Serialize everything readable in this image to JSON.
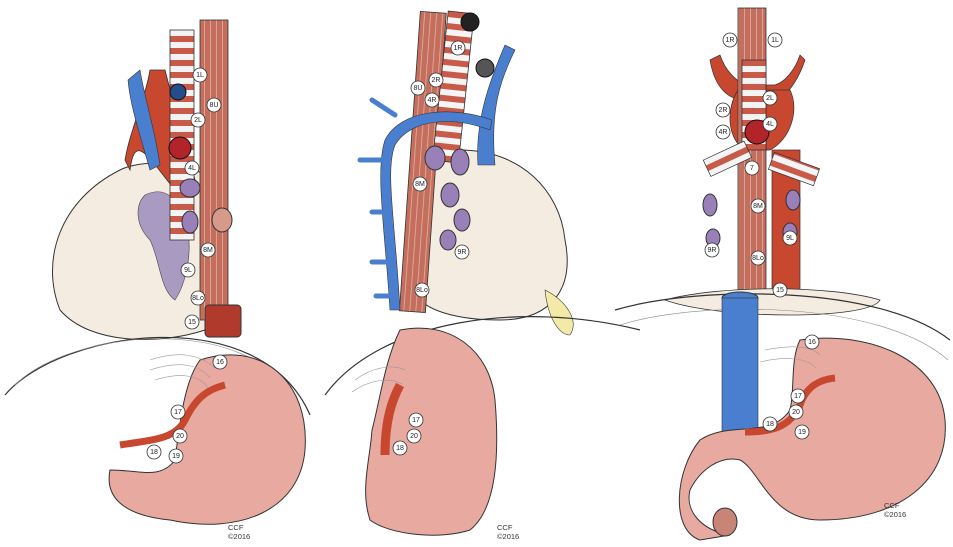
{
  "panels": [
    {
      "id": "left-lateral",
      "labels": [
        "1L",
        "8U",
        "2L",
        "4L",
        "8M",
        "9L",
        "8Lo",
        "15",
        "16",
        "17",
        "20",
        "18",
        "19"
      ],
      "credit": [
        "CCF",
        "©2016"
      ]
    },
    {
      "id": "right-lateral",
      "labels": [
        "1R",
        "2R",
        "8U",
        "4R",
        "8M",
        "9R",
        "8Lo",
        "17",
        "20",
        "18"
      ],
      "credit": [
        "CCF",
        "©2016"
      ]
    },
    {
      "id": "anterior",
      "labels": [
        "1R",
        "1L",
        "2L",
        "2R",
        "4L",
        "4R",
        "7",
        "8M",
        "9L",
        "9R",
        "8Lo",
        "15",
        "16",
        "17",
        "20",
        "18",
        "19"
      ],
      "credit": [
        "CCF",
        "©2016"
      ]
    }
  ],
  "colors": {
    "artery": "#c8472f",
    "vein": "#4a7fcf",
    "muscle": "#c46f5d",
    "stomach": "#e8a9a0",
    "lung": "#f4ece1",
    "node": "#9a80b8",
    "airway": "#eeeeee"
  }
}
